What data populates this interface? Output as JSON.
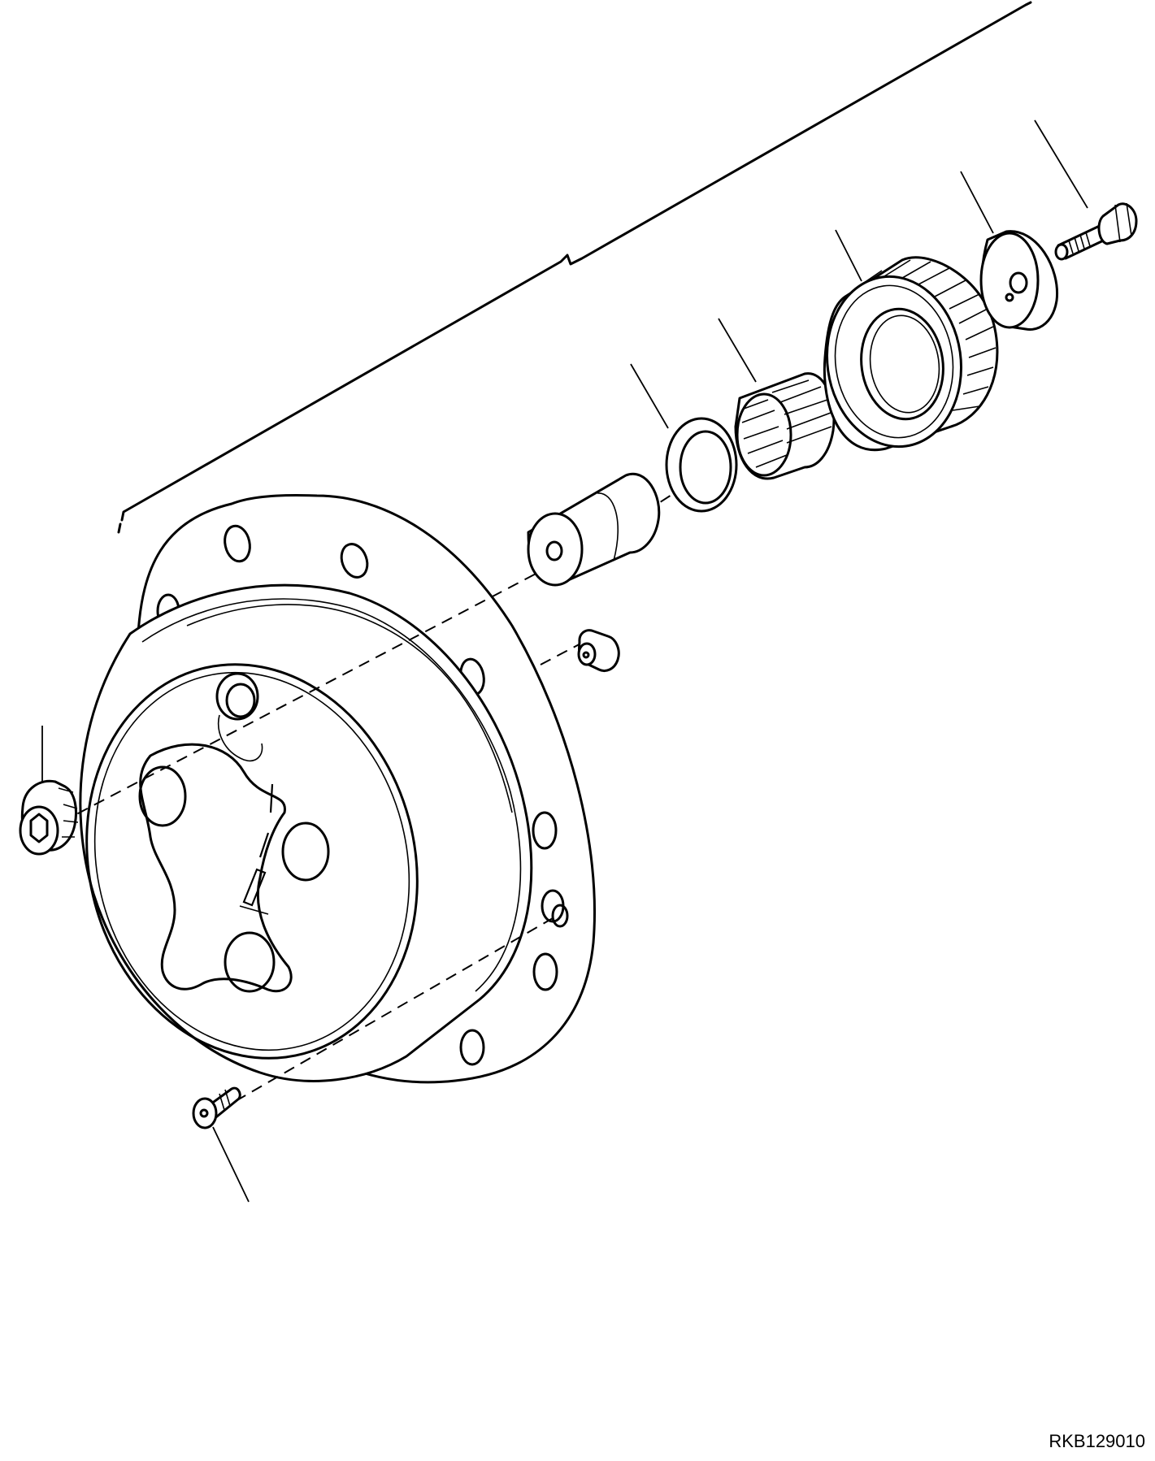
{
  "drawing_reference": "RKB129010",
  "colors": {
    "line": "#000000",
    "background": "#ffffff"
  },
  "parts": [
    {
      "id": "hub-housing",
      "icon": "wheel-hub-housing"
    },
    {
      "id": "drain-plug",
      "icon": "hex-socket-plug"
    },
    {
      "id": "countersunk-screw",
      "icon": "countersunk-screw"
    },
    {
      "id": "small-plug",
      "icon": "small-plug"
    },
    {
      "id": "planet-pin",
      "icon": "pin"
    },
    {
      "id": "thrust-washer",
      "icon": "washer"
    },
    {
      "id": "needle-bearing",
      "icon": "needle-bearing"
    },
    {
      "id": "planet-gear",
      "icon": "spur-gear"
    },
    {
      "id": "retaining-plate",
      "icon": "retaining-plate"
    },
    {
      "id": "hex-bolt",
      "icon": "hex-bolt"
    }
  ]
}
